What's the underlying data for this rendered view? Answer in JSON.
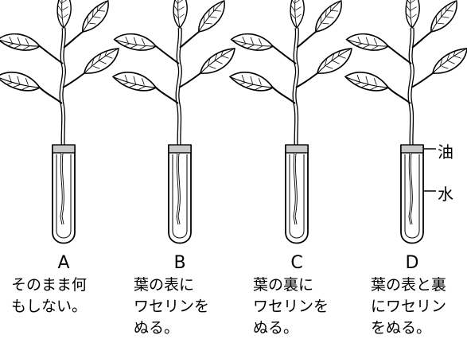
{
  "setups": [
    {
      "letter": "A",
      "caption_lines": [
        "そのまま何",
        "もしない。"
      ]
    },
    {
      "letter": "B",
      "caption_lines": [
        "葉の表に",
        "ワセリンを",
        "ぬる。"
      ]
    },
    {
      "letter": "C",
      "caption_lines": [
        "葉の裏に",
        "ワセリンを",
        "ぬる。"
      ]
    },
    {
      "letter": "D",
      "caption_lines": [
        "葉の表と裏",
        "にワセリン",
        "をぬる。"
      ]
    }
  ],
  "labels": {
    "oil": "油",
    "water": "水"
  },
  "colors": {
    "line": "#000000",
    "oil_band": "#c8c8c8"
  }
}
